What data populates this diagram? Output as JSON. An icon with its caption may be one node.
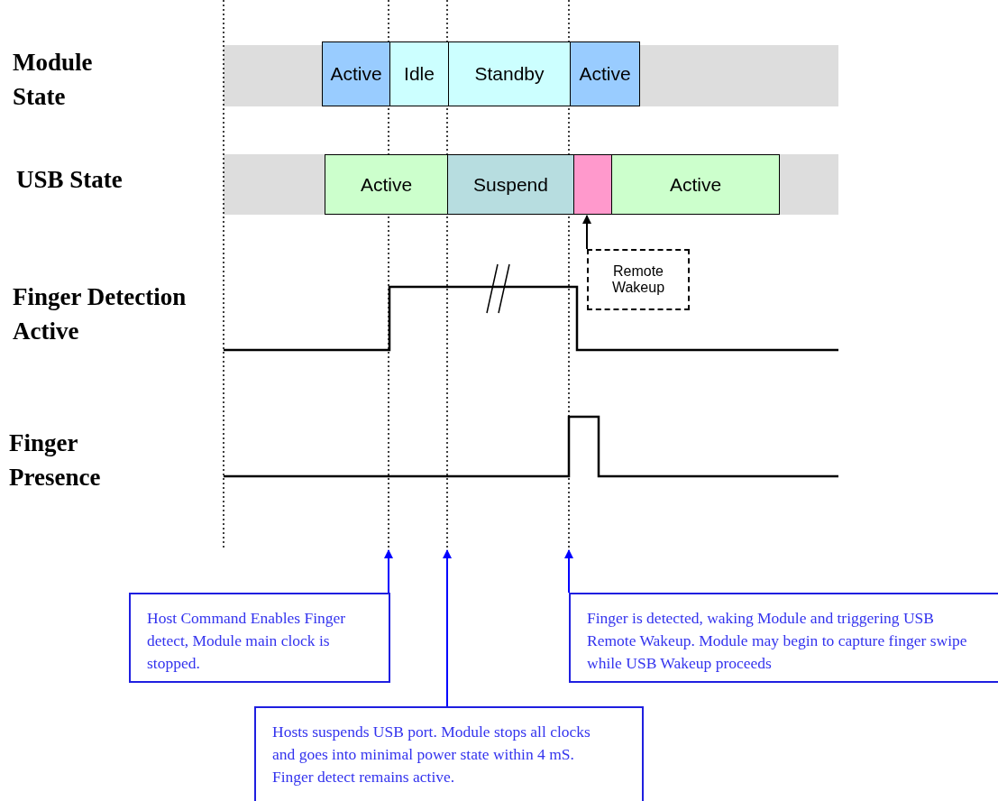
{
  "diagram": {
    "nodes": [
      {
        "text": [
          "Active"
        ]
      },
      {
        "text": [
          "Idle"
        ]
      },
      {
        "text": [
          "Standby"
        ]
      },
      {
        "text": [
          "Active"
        ]
      },
      {
        "text": [
          "Active"
        ]
      },
      {
        "text": [
          "Suspend"
        ]
      },
      {
        "text": [],
        "shape": "box"
      },
      {
        "text": [
          "Active"
        ]
      },
      {
        "text": [
          "Remote Wakeup"
        ]
      },
      {
        "text": [
          "Host Command Enables Finger detect, Module main clock is stopped."
        ]
      },
      {
        "text": [
          "Hosts suspends USB port. Module stops all clocks and goes into minimal power state within 4 mS. Finger detect remains active."
        ]
      },
      {
        "text": [
          "Finger is detected, waking Module and triggering USB Remote Wakeup. Module may begin to capture finger swipe while USB Wakeup proceeds"
        ]
      }
    ],
    "edges": [
      {
        "from": 8,
        "to": 6,
        "arrow": "to",
        "color": "#000000"
      },
      {
        "from": 9,
        "to": null,
        "arrow": "to",
        "color": "#0000ff"
      },
      {
        "from": 10,
        "to": null,
        "arrow": "to",
        "color": "#0000ff"
      },
      {
        "from": 11,
        "to": null,
        "arrow": "to",
        "color": "#0000ff"
      }
    ],
    "labels": [
      "Module State",
      "USB State",
      "Finger Detection Active",
      "Finger Presence"
    ]
  }
}
